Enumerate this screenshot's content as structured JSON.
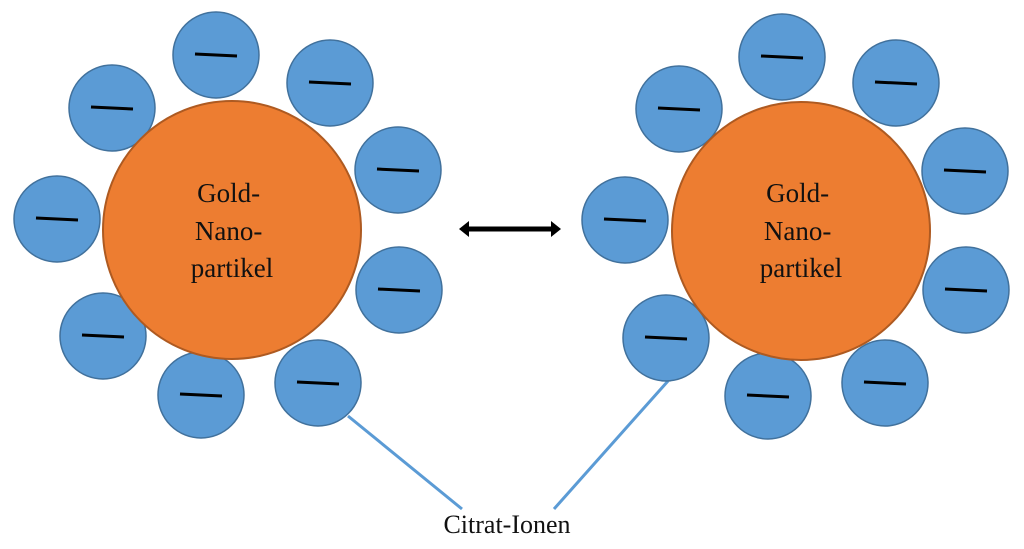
{
  "title": "Gold-Nanopartikel mit Citrat-Ionen",
  "colors": {
    "nanoparticle_fill": "#ED7D31",
    "nanoparticle_stroke": "#AE5A21",
    "ion_fill": "#5B9BD5",
    "ion_stroke": "#41719C",
    "charge_mark": "#000000",
    "leader_line": "#5B9BD5",
    "arrow": "#000000"
  },
  "nanoparticles": [
    {
      "id": "left",
      "label_lines": [
        "Gold-",
        "Nano-",
        "partikel"
      ],
      "ion_count": 9,
      "ion_charge": "−"
    },
    {
      "id": "right",
      "label_lines": [
        "Gold-",
        "Nano-",
        "partikel"
      ],
      "ion_count": 9,
      "ion_charge": "−"
    }
  ],
  "interaction_arrow": {
    "icon": "double-headed-arrow-icon",
    "meaning": "repulsion"
  },
  "caption": "Citrat-Ionen"
}
